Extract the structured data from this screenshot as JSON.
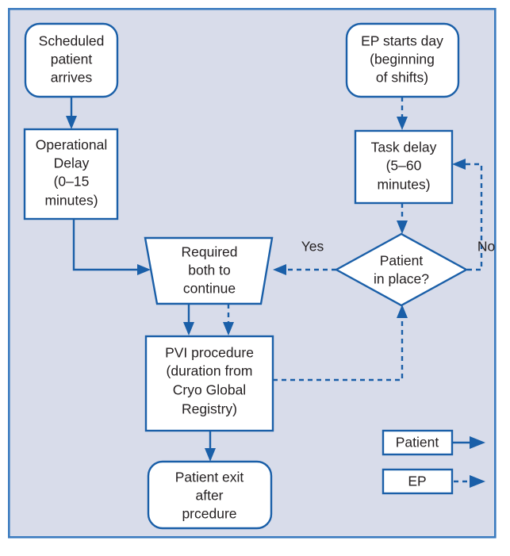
{
  "figure": {
    "kind": "flowchart",
    "panel_background": "#d8dcea",
    "panel_border": "#3b7bbf",
    "shape_fill": "#ffffff",
    "shape_stroke": "#1a5fa8",
    "text_color": "#231f20"
  },
  "nodes": {
    "scheduled_patient": {
      "shape": "rounded-rectangle",
      "lines": [
        "Scheduled",
        "patient",
        "arrives"
      ]
    },
    "operational_delay": {
      "shape": "rectangle",
      "lines": [
        "Operational",
        "Delay",
        "(0–15",
        "minutes)"
      ]
    },
    "ep_starts_day": {
      "shape": "rounded-rectangle",
      "lines": [
        "EP starts day",
        "(beginning",
        "of shifts)"
      ]
    },
    "task_delay": {
      "shape": "rectangle",
      "lines": [
        "Task delay",
        "(5–60",
        "minutes)"
      ]
    },
    "patient_in_place": {
      "shape": "diamond",
      "lines": [
        "Patient",
        "in place?"
      ]
    },
    "required_both": {
      "shape": "trapezoid",
      "lines": [
        "Required",
        "both to",
        "continue"
      ]
    },
    "pvi_procedure": {
      "shape": "rectangle",
      "lines": [
        "PVI procedure",
        "(duration from",
        "Cryo Global",
        "Registry)"
      ]
    },
    "patient_exit": {
      "shape": "rounded-rectangle",
      "lines": [
        "Patient exit",
        "after",
        "prcedure"
      ]
    }
  },
  "edge_labels": {
    "yes": "Yes",
    "no": "No"
  },
  "legend": {
    "items": [
      {
        "label": "Patient",
        "line_style": "solid"
      },
      {
        "label": "EP",
        "line_style": "dashed"
      }
    ]
  }
}
